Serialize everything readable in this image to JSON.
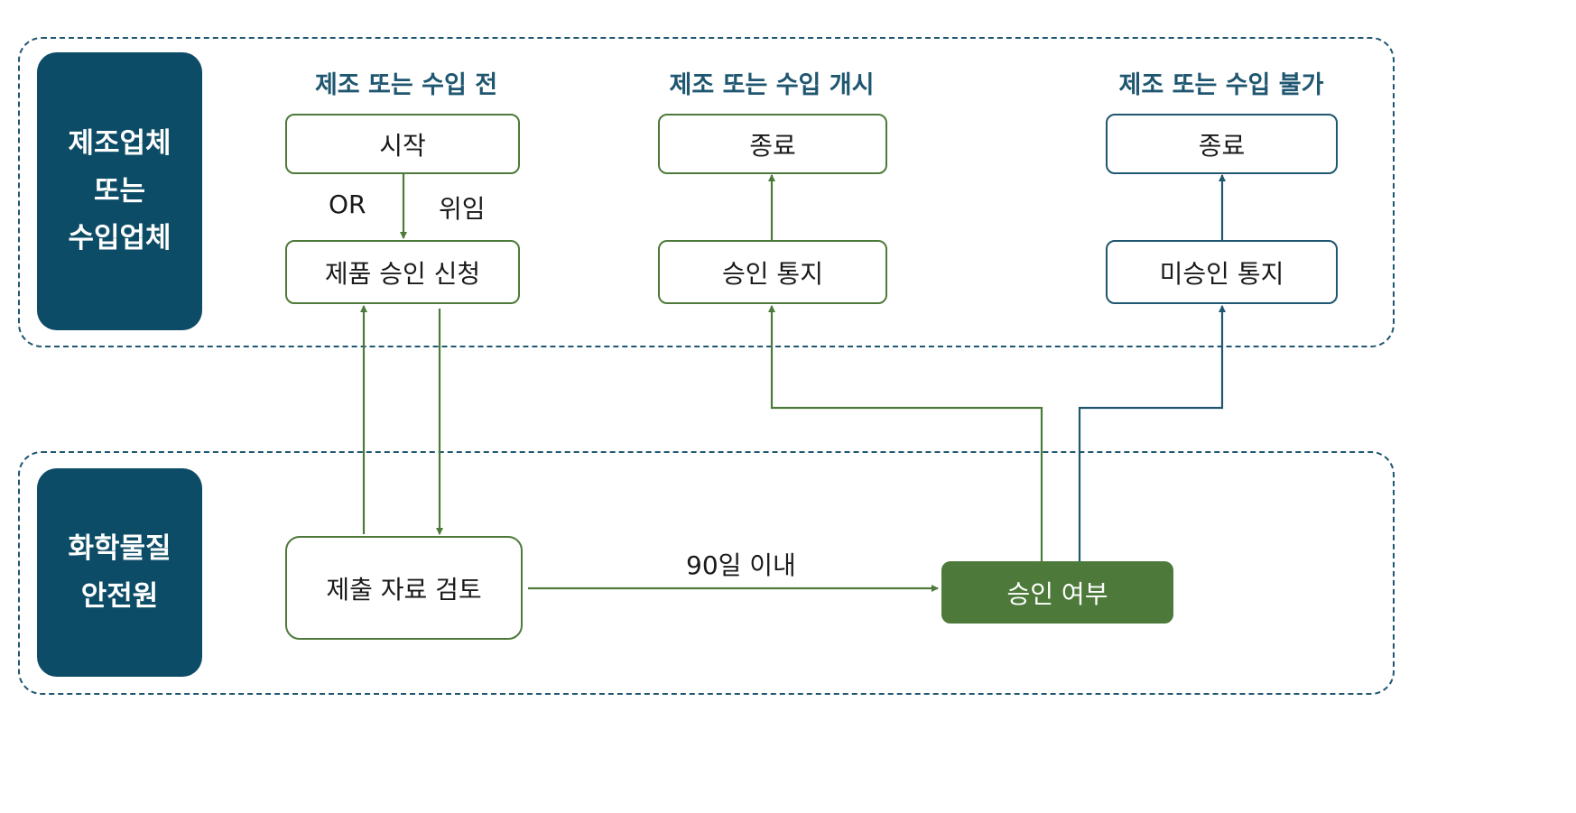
{
  "lanes": {
    "top_label": "제조업체\n또는\n수입업체",
    "bottom_label": "화학물질\n안전원"
  },
  "columns": {
    "before": "제조 또는 수입 전",
    "start": "제조 또는 수입 개시",
    "denied": "제조 또는 수입 불가"
  },
  "boxes": {
    "start": "시작",
    "apply": "제품 승인 신청",
    "end_approved": "종료",
    "notify_approved": "승인 통지",
    "end_denied": "종료",
    "notify_denied": "미승인 통지",
    "review": "제출 자료 검토",
    "decision": "승인 여부"
  },
  "labels": {
    "or": "OR",
    "delegate": "위임",
    "within": "90일 이내"
  },
  "colors": {
    "navy": "#0d4c67",
    "green": "#4d7a3a",
    "blue_line": "#1f5670"
  }
}
